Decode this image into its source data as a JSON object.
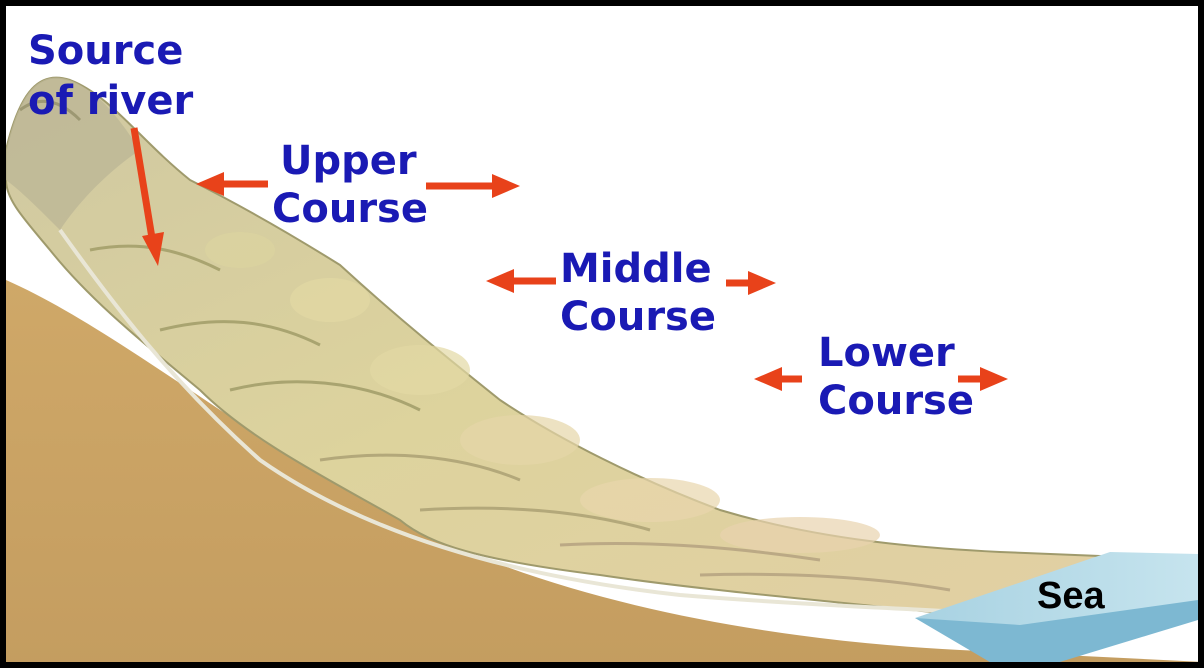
{
  "labels": {
    "source": [
      "Source",
      "of river"
    ],
    "upper": [
      "Upper",
      "Course"
    ],
    "middle": [
      "Middle",
      "Course"
    ],
    "lower": [
      "Lower",
      "Course"
    ],
    "sea": "Sea"
  },
  "colors": {
    "label_text": "#1a1ab4",
    "arrow": "#e8421a",
    "ground": "#c9a46a",
    "terrain": "#d8cf9a",
    "terrain_shadow": "#a9a56a",
    "sea_top": "#b6dbe8",
    "sea_side": "#7db8d2",
    "border": "#000000"
  }
}
